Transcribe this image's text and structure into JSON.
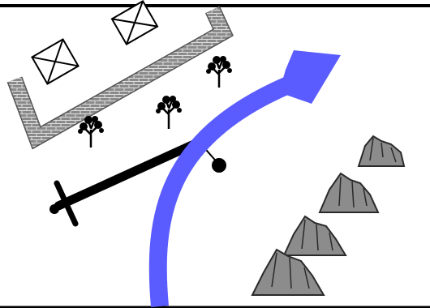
{
  "map": {
    "background_color": "#ffffff",
    "border_color": "#000000",
    "wall_color": "#8a8a8a",
    "wall_mortar_color": "#dedede",
    "arrow_color": "#5a5cff",
    "mountain_fill": "#8c8c8c",
    "mountain_stroke": "#2a2a2a",
    "road_color": "#000000",
    "symbols": {
      "building": "building-icon",
      "tree": "tree-icon",
      "mountain": "mountain-icon",
      "sword": "sword-icon",
      "movement_arrow": "arrow-icon",
      "wall": "brick-wall"
    },
    "features": {
      "buildings": 2,
      "trees": 3,
      "mountains": 4
    }
  }
}
